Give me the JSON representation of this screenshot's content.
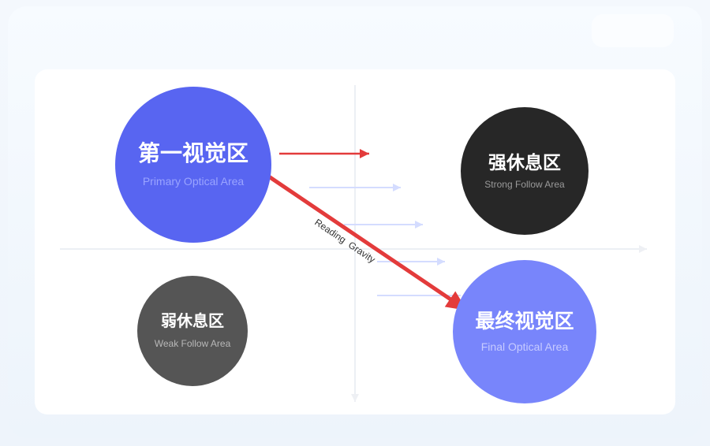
{
  "colors": {
    "primary": "#5865f1",
    "final": "#7885fb",
    "strong": "#272727",
    "weak": "#555555",
    "arrow_red": "#e33b3b",
    "guide_blue": "#c9d3ff"
  },
  "areas": {
    "primary": {
      "zh": "第一视觉区",
      "en": "Primary Optical Area"
    },
    "strong": {
      "zh": "强休息区",
      "en": "Strong Follow Area"
    },
    "weak": {
      "zh": "弱休息区",
      "en": "Weak Follow Area"
    },
    "final": {
      "zh": "最终视觉区",
      "en": "Final Optical Area"
    }
  },
  "labels": {
    "reading_gravity": "Reading  Gravity"
  }
}
